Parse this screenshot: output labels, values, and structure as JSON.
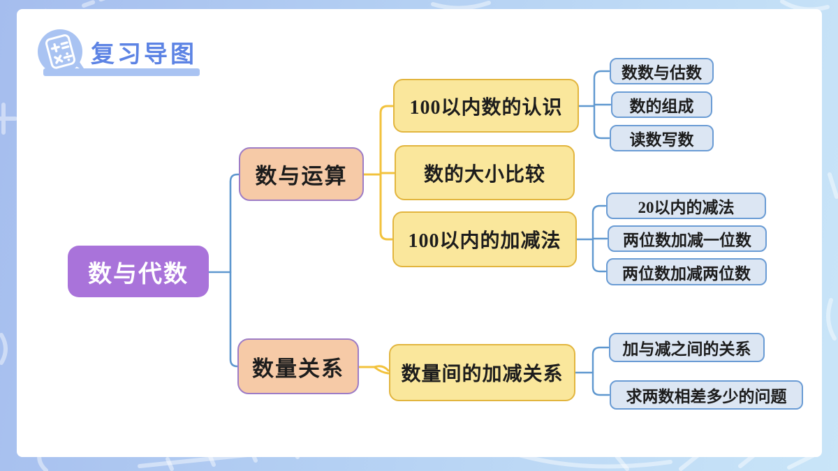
{
  "slide": {
    "header": {
      "title": "复习导图",
      "icon": "calculator-icon",
      "icon_symbols": {
        "plus": "+",
        "equals": "=",
        "times": "×",
        "divide": "÷"
      }
    },
    "mindmap": {
      "root": {
        "label": "数与代数"
      },
      "branches": [
        {
          "label": "数与运算",
          "topics": [
            {
              "label": "100以内数的认识",
              "leaves": [
                "数数与估数",
                "数的组成",
                "读数写数"
              ]
            },
            {
              "label": "数的大小比较",
              "leaves": []
            },
            {
              "label": "100以内的加减法",
              "leaves": [
                "20以内的减法",
                "两位数加减一位数",
                "两位数加减两位数"
              ]
            }
          ]
        },
        {
          "label": "数量关系",
          "topics": [
            {
              "label": "数量间的加减关系",
              "leaves": [
                "加与减之间的关系",
                "求两数相差多少的问题"
              ]
            }
          ]
        }
      ]
    },
    "colors": {
      "background_left": "#a5bdee",
      "background_right": "#c9e5f8",
      "panel": "#ffffff",
      "title_text": "#5c83e4",
      "header_accent": "#a9c3f2",
      "root_fill": "#a973da",
      "branch_fill": "#f6caa7",
      "branch_border": "#9d7cc6",
      "topic_fill": "#fae79c",
      "topic_border": "#e2b53e",
      "leaf_fill": "#dce6f3",
      "leaf_border": "#699bd4",
      "connector_blue": "#5e97cf",
      "connector_yellow": "#f2c23c"
    }
  }
}
